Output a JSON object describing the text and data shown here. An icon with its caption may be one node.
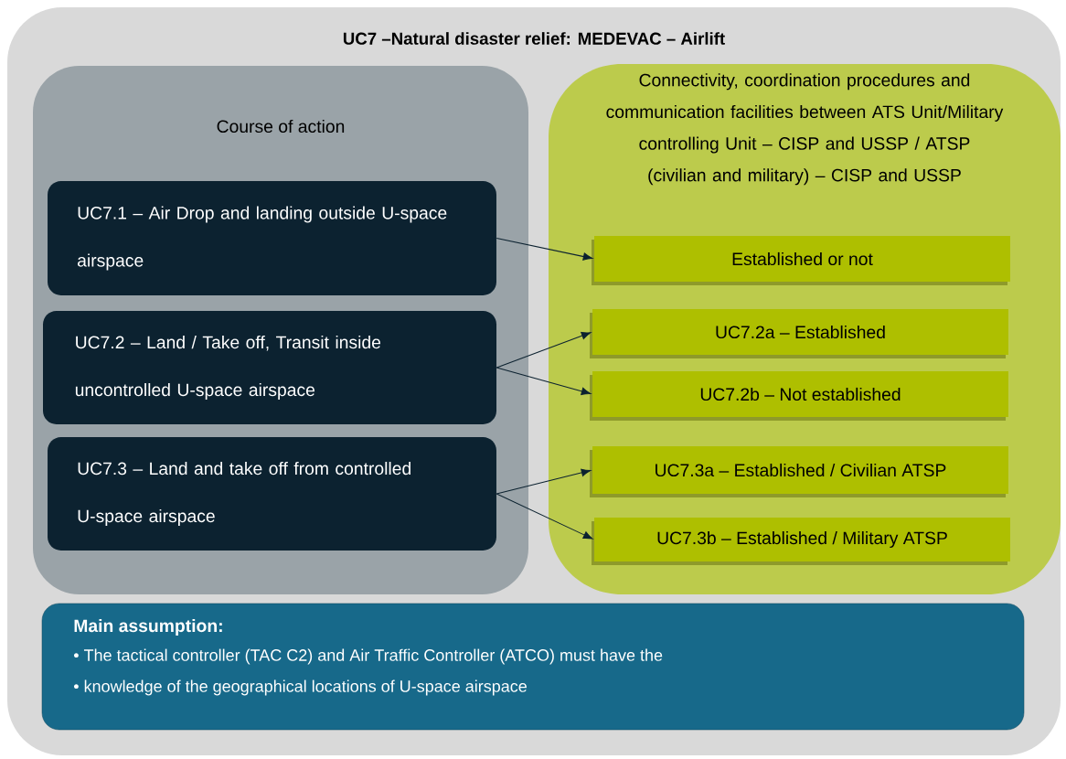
{
  "diagram": {
    "title": "UC7 –Natural disaster relief: MEDEVAC – Airlift",
    "nodes": [
      {
        "text": [],
        "shape": "box"
      },
      {
        "text": [
          "Course of action"
        ],
        "in": 0
      },
      {
        "text": [
          "UC7.1 – Air Drop and landing outside U-space airspace"
        ],
        "in": 1
      },
      {
        "text": [
          "UC7.2 – Land / Take off, Transit inside uncontrolled U-space airspace"
        ],
        "in": 1
      },
      {
        "text": [
          "UC7.3 – Land and take off from controlled U-space airspace"
        ],
        "in": 1
      },
      {
        "text": [
          "Connectivity, coordination procedures and communication facilities between ATS Unit/Military controlling Unit – CISP and USSP / ATSP (civilian and military) – CISP and USSP"
        ],
        "in": 0
      },
      {
        "text": [
          "Established or not"
        ],
        "in": 5
      },
      {
        "text": [
          "UC7.2a – Established"
        ],
        "in": 5
      },
      {
        "text": [
          "UC7.2b – Not established"
        ],
        "in": 5
      },
      {
        "text": [
          "UC7.3a – Established / Civilian ATSP"
        ],
        "in": 5
      },
      {
        "text": [
          "UC7.3b – Established / Military ATSP"
        ],
        "in": 5
      },
      {
        "text": [
          "Main assumption:",
          "• The tactical controller (TAC C2) and Air Traffic Controller (ATCO) must have the",
          "• knowledge of the geographical locations of U-space airspace"
        ],
        "in": 0
      }
    ],
    "edges": [
      {
        "from": 2,
        "to": 6,
        "arrow": "to"
      },
      {
        "from": 3,
        "to": 7,
        "arrow": "to"
      },
      {
        "from": 3,
        "to": 8,
        "arrow": "to"
      },
      {
        "from": 4,
        "to": 9,
        "arrow": "to"
      },
      {
        "from": 4,
        "to": 10,
        "arrow": "to"
      }
    ]
  }
}
